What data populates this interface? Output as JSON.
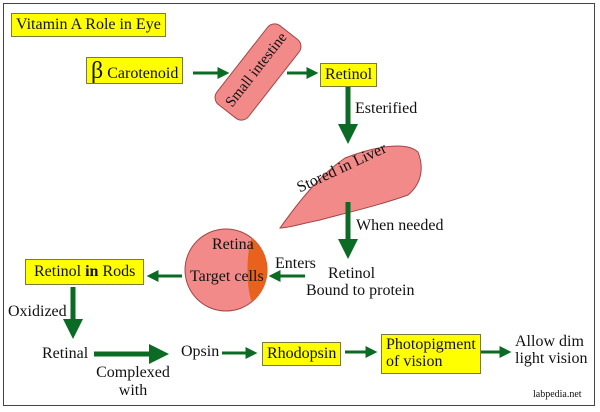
{
  "title": "Vitamin A Role in Eye",
  "colors": {
    "box_fill": "#ffff00",
    "arrow": "#0b6b24",
    "organ_fill": "#f28a8a",
    "retina_edge": "#e8621e"
  },
  "nodes": {
    "beta_symbol": "β",
    "carotenoid": "Carotenoid",
    "small_intestine": "Small intestine",
    "retinol": "Retinol",
    "stored_in_liver": "Stored in Liver",
    "retinol_bound_line1": "Retinol",
    "retinol_bound_line2": "Bound to protein",
    "eye_retina": "Retina",
    "eye_target_cells": "Target cells",
    "retinol_rods_a": "Retinol",
    "retinol_rods_in": "in",
    "retinol_rods_b": "Rods",
    "retinal": "Retinal",
    "opsin": "Opsin",
    "rhodopsin": "Rhodopsin",
    "photopigment_line1": "Photopigment",
    "photopigment_line2": "of vision",
    "dim_light_line1": "Allow dim",
    "dim_light_line2": "light vision"
  },
  "edge_labels": {
    "esterified": "Esterified",
    "when_needed": "When needed",
    "enters": "Enters",
    "oxidized": "Oxidized",
    "complexed_line1": "Complexed",
    "complexed_line2": "with"
  },
  "source": "labpedia.net"
}
